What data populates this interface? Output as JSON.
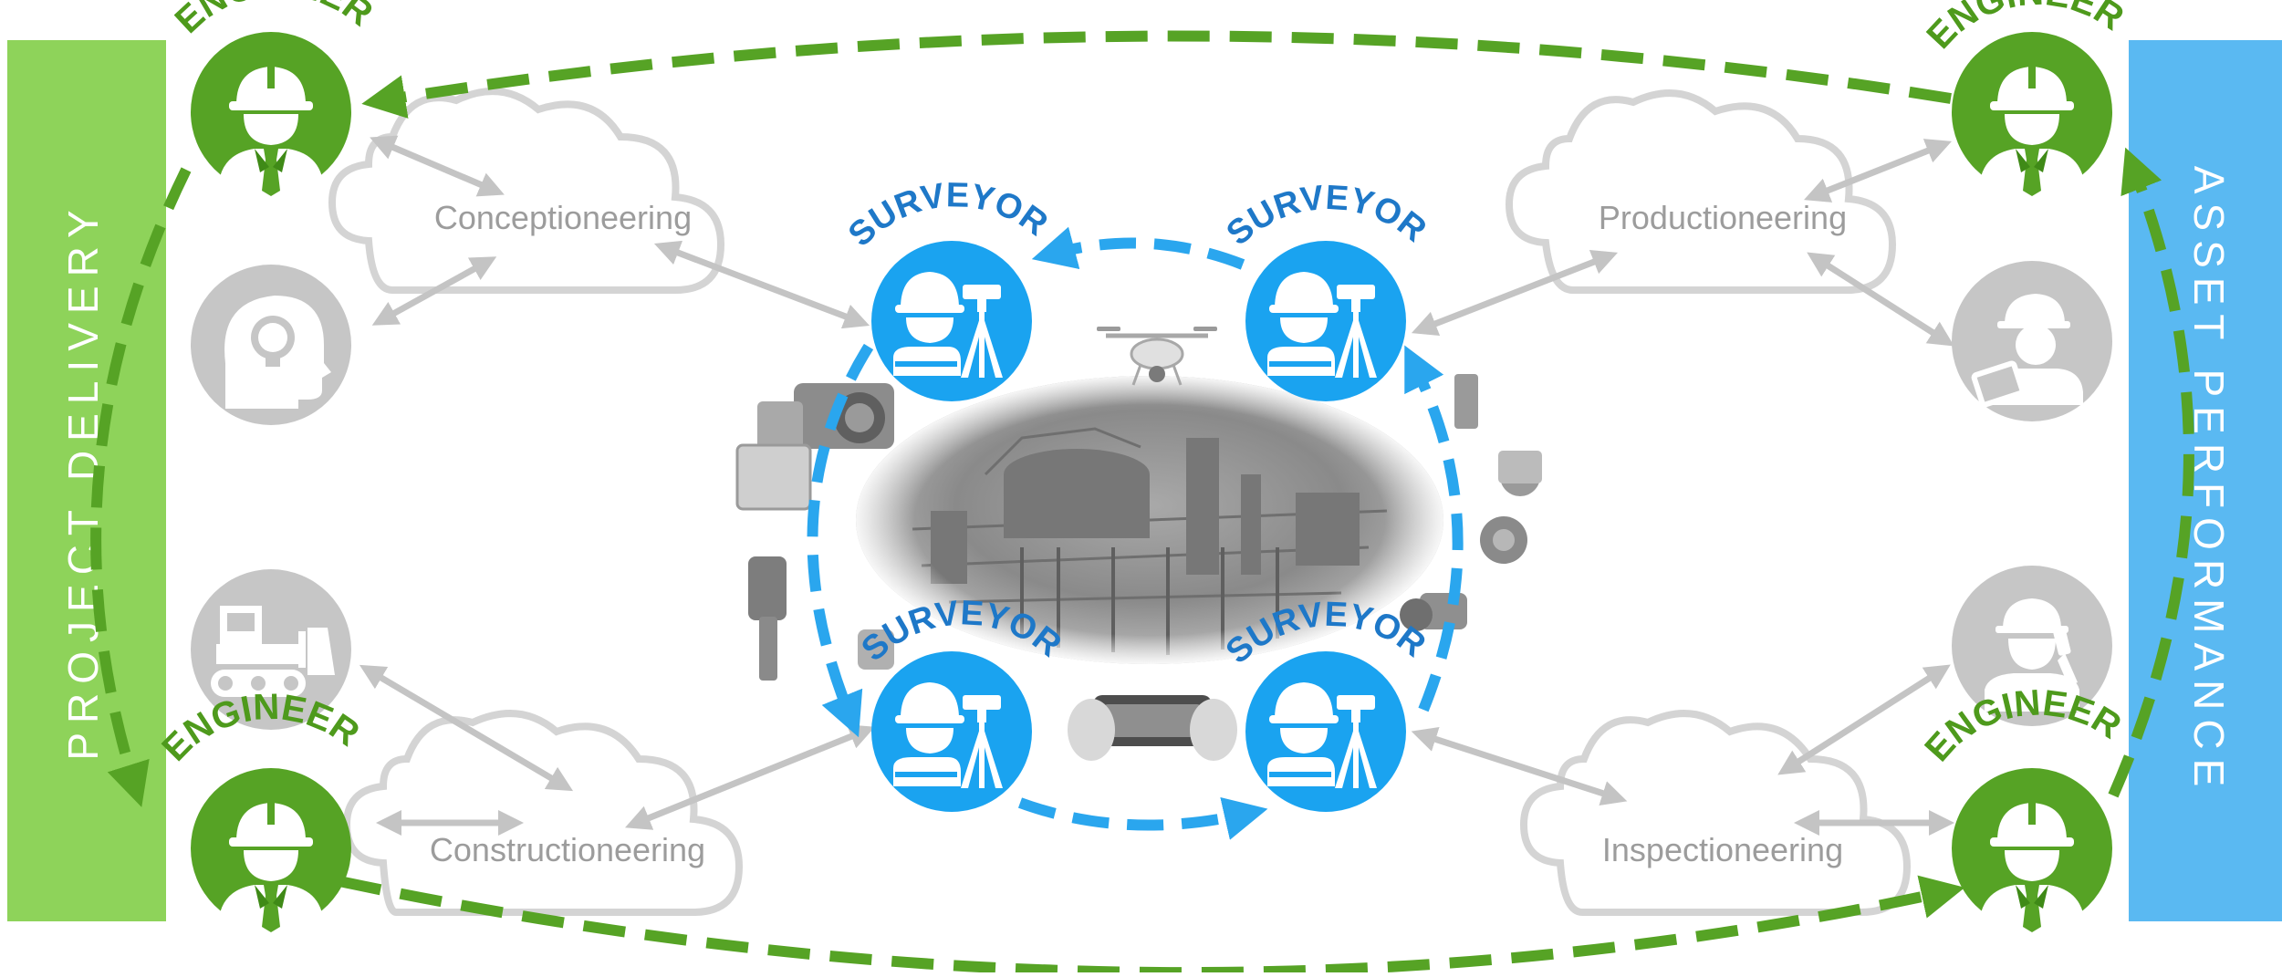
{
  "bands": {
    "left": {
      "label": "PROJECT DELIVERY",
      "color": "#8ed35a"
    },
    "right": {
      "label": "ASSET PERFORMANCE",
      "color": "#5ab9f2"
    }
  },
  "roles": {
    "engineer": "ENGINEER",
    "surveyor": "SURVEYOR"
  },
  "clouds": {
    "conception": "Conceptioneering",
    "production": "Productioneering",
    "construction": "Constructioneering",
    "inspection": "Inspectioneering"
  },
  "colors": {
    "engineer": "#56a325",
    "engineer_dark": "#3f8a17",
    "surveyor": "#1aa3f0",
    "gray_icon": "#c6c6c6",
    "cloud_stroke": "#d4d4d4",
    "gray_arrow": "#c4c4c4"
  },
  "icons": {
    "engineer": "engineer-hardhat-icon",
    "surveyor": "surveyor-tripod-icon",
    "idea": "head-lightbulb-icon",
    "tablet_worker": "worker-tablet-icon",
    "bulldozer": "bulldozer-icon",
    "phone_worker": "worker-phone-icon",
    "drone": "drone-icon",
    "camera": "camera-icon",
    "handheld_device": "handheld-device-icon"
  }
}
